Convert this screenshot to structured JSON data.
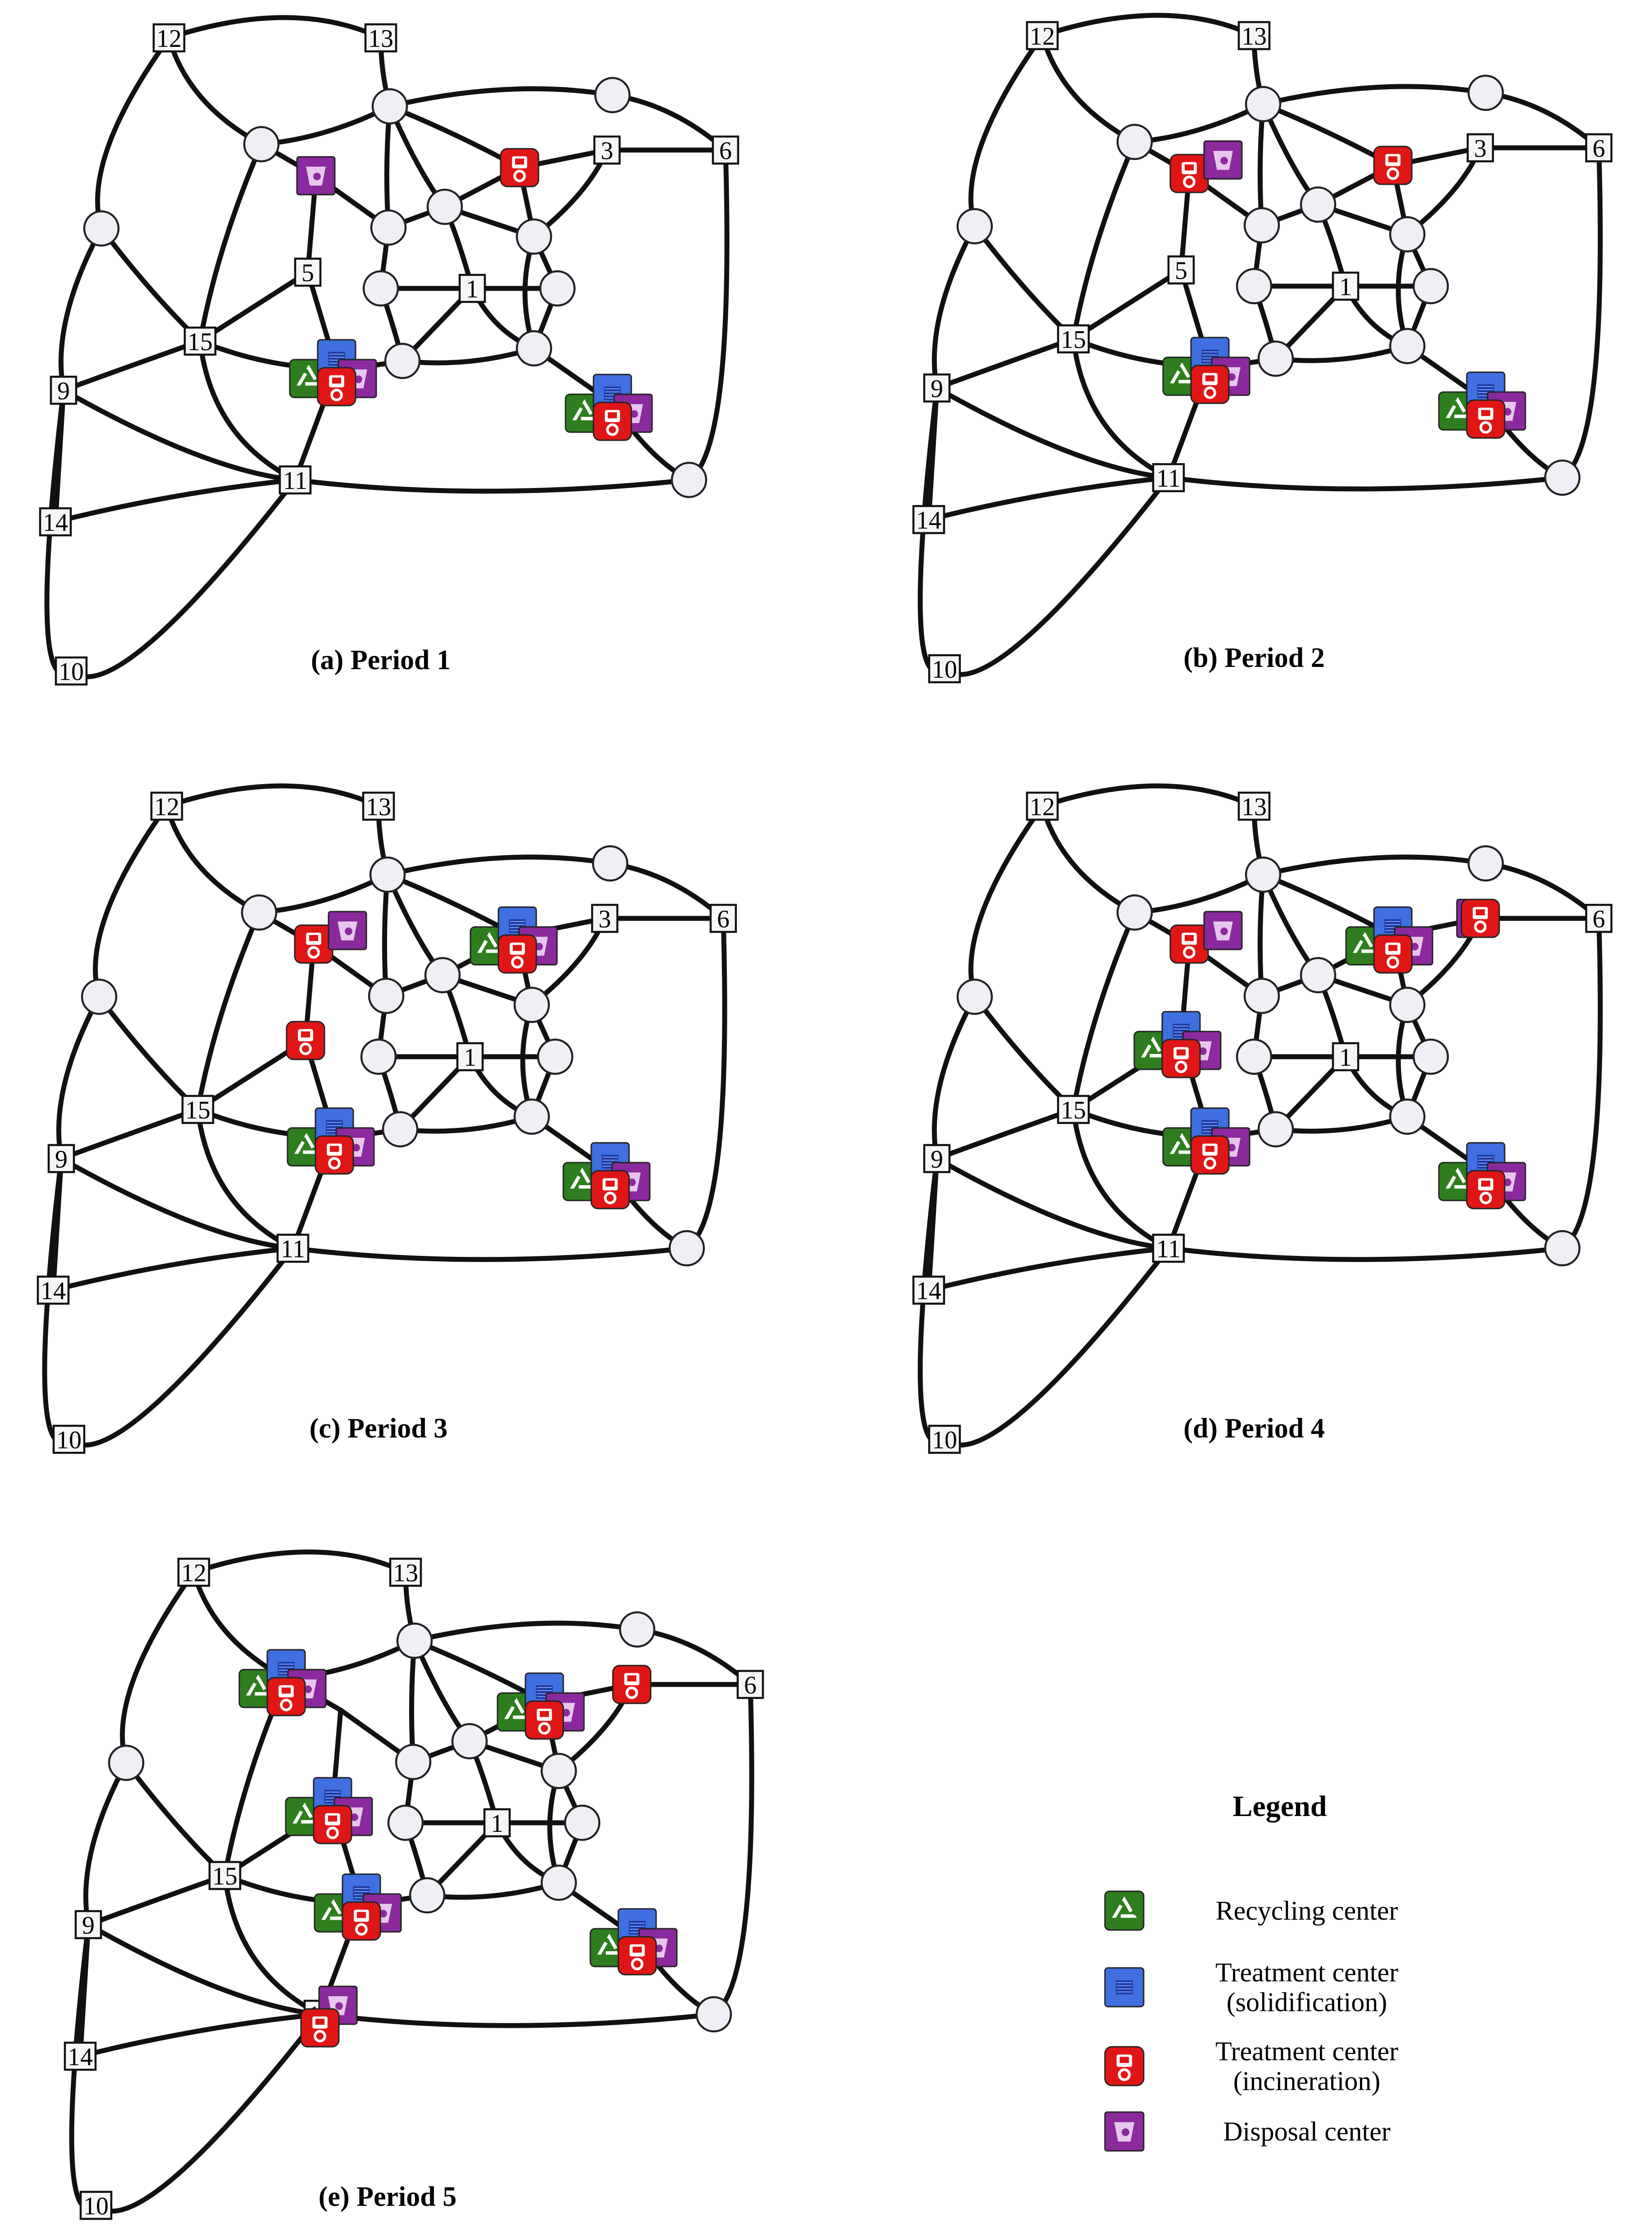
{
  "panels": [
    {
      "caption": "(a) Period 1",
      "node_labels": [
        "12",
        "13",
        "3",
        "6",
        "5",
        "1",
        "15",
        "9",
        "11",
        "14",
        "10"
      ]
    },
    {
      "caption": "(b) Period 2",
      "node_labels": [
        "12",
        "13",
        "3",
        "6",
        "5",
        "1",
        "15",
        "9",
        "11",
        "14",
        "10"
      ]
    },
    {
      "caption": "(c) Period 3",
      "node_labels": [
        "12",
        "13",
        "3",
        "6",
        "1",
        "15",
        "9",
        "11",
        "14",
        "10"
      ]
    },
    {
      "caption": "(d) Period 4",
      "node_labels": [
        "12",
        "13",
        "6",
        "1",
        "15",
        "9",
        "11",
        "14",
        "10"
      ]
    },
    {
      "caption": "(e) Period 5",
      "node_labels": [
        "12",
        "13",
        "6",
        "1",
        "15",
        "9",
        "11",
        "14",
        "10"
      ]
    }
  ],
  "legend": {
    "title": "Legend",
    "items": [
      {
        "icon": "recycling-icon",
        "color": "#2e7d1e",
        "lines": [
          "Recycling center"
        ]
      },
      {
        "icon": "solidification-icon",
        "color": "#3f6fe0",
        "lines": [
          "Treatment center",
          "(solidification)"
        ]
      },
      {
        "icon": "incineration-icon",
        "color": "#e01616",
        "lines": [
          "Treatment center",
          "(incineration)"
        ]
      },
      {
        "icon": "disposal-icon",
        "color": "#8a2a9c",
        "lines": [
          "Disposal center"
        ]
      }
    ]
  },
  "colors": {
    "recycling": "#2e7d1e",
    "solidification": "#3f6fe0",
    "incineration": "#e01616",
    "disposal": "#8a2a9c",
    "circle_node": "#eef0f6"
  }
}
